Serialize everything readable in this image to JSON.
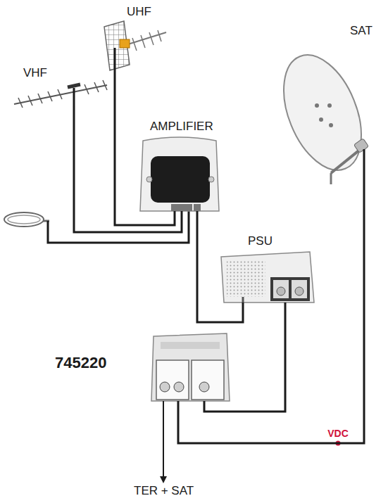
{
  "diagram": {
    "nodes": [
      {
        "text": [
          "UHF"
        ]
      },
      {
        "text": [
          "VHF"
        ]
      },
      {
        "text": [
          "AMPLIFIER"
        ]
      },
      {
        "text": [
          "SAT"
        ]
      },
      {
        "text": [
          "PSU"
        ]
      },
      {
        "text": [
          "745220"
        ]
      }
    ],
    "edges": [
      {
        "from": 0,
        "to": 2,
        "arrow": "none"
      },
      {
        "from": 1,
        "to": 2,
        "arrow": "none"
      },
      {
        "from": 2,
        "to": 4,
        "arrow": "none"
      },
      {
        "from": 4,
        "to": 5,
        "arrow": "none"
      },
      {
        "from": 3,
        "to": 5,
        "label": "VDC",
        "arrow": "none"
      }
    ],
    "labels": [
      "TER + SAT"
    ]
  }
}
